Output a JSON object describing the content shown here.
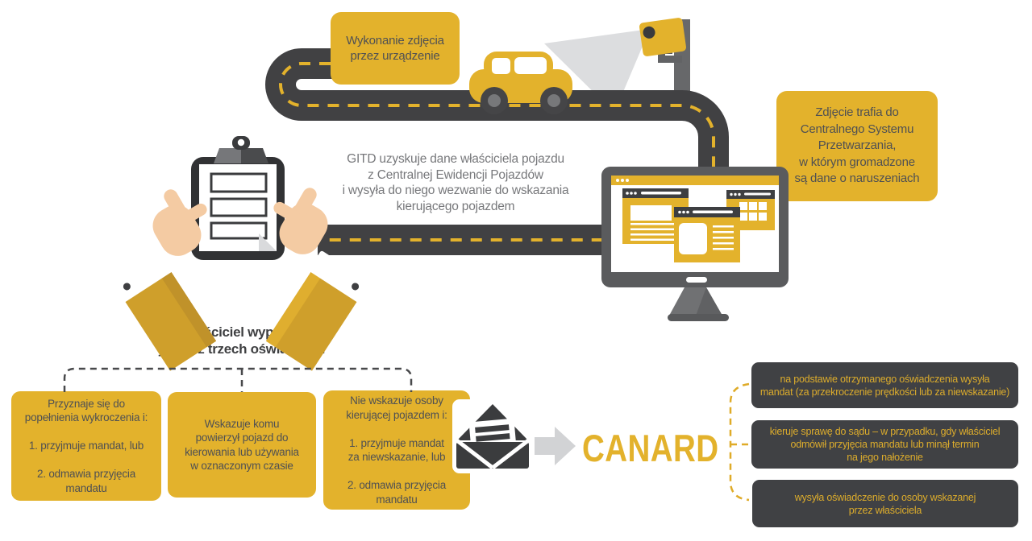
{
  "colors": {
    "accent_yellow": "#e3b22c",
    "dark_gray": "#404144",
    "road_gray": "#414143",
    "monitor_gray": "#5a5b5d",
    "text_gray": "#4f5053",
    "skin": "#f4cba3"
  },
  "top_box": {
    "text": "Wykonanie zdjęcia\nprzez urządzenie"
  },
  "right_box": {
    "text": "Zdjęcie trafia do\nCentralnego Systemu\nPrzetwarzania,\nw którym gromadzone\nsą dane o naruszeniach"
  },
  "center_text": "GITD uzyskuje dane właściciela pojazdu\nz Centralnej Ewidencji Pojazdów\ni wysyła do niego wezwanie do wskazania\nkierującego pojazdem",
  "owner_heading": "Właściciel wypełnia\njedno z trzech oświadczeń",
  "statements": [
    {
      "text": "Przyznaje się do\npopełnienia wykroczenia i:\n\n1. przyjmuje mandat, lub\n\n2. odmawia przyjęcia\nmandatu"
    },
    {
      "text": "Wskazuje komu\npowierzył pojazd do\nkierowania lub używania\nw oznaczonym czasie"
    },
    {
      "text": "Nie wskazuje osoby\nkierującej pojazdem i:\n\n1. przyjmuje mandat\nza niewskazanie, lub\n\n2. odmawia przyjęcia\nmandatu"
    }
  ],
  "canard": {
    "label": "CANARD"
  },
  "actions": [
    {
      "text": "na podstawie otrzymanego oświadczenia wysyła\nmandat (za przekroczenie prędkości lub za niewskazanie)"
    },
    {
      "text": "kieruje sprawę do sądu – w przypadku, gdy właściciel\nodmówił przyjęcia mandatu lub minął termin\nna jego nałożenie"
    },
    {
      "text": "wysyła oświadczenie do osoby wskazanej\nprzez właściciela"
    }
  ]
}
